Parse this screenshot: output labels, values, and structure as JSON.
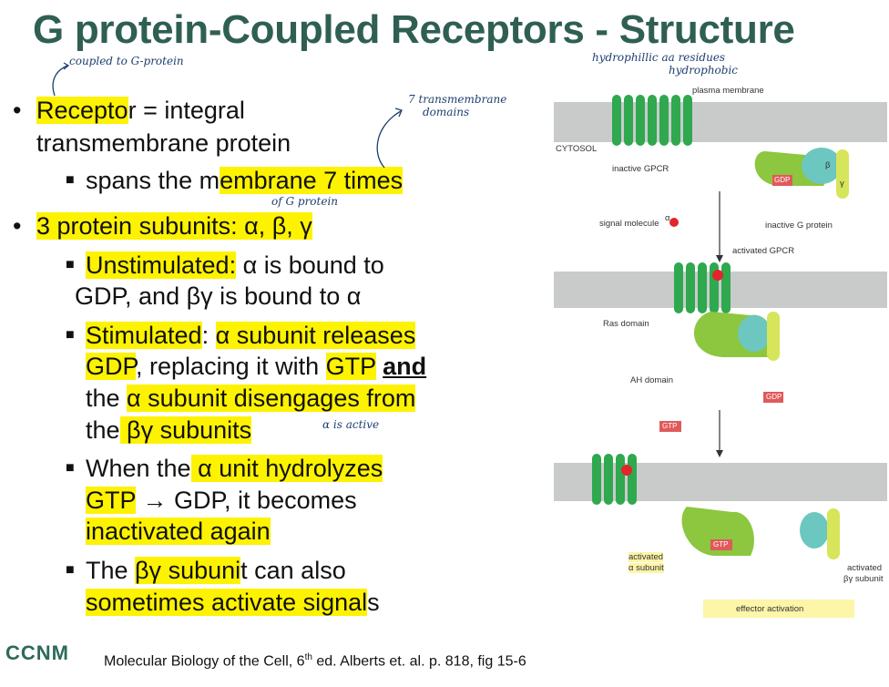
{
  "title": "G protein-Coupled Receptors - Structure",
  "bullets": {
    "b1_l1_hl": "Recepto",
    "b1_l1_rest": "r = integral",
    "b1_l2": "transmembrane protein",
    "b1a_pre": "spans the m",
    "b1a_hl": "embrane 7 times",
    "b2_hl": "3 protein subunits",
    "b2_rest": ": α, β, γ",
    "b2a_hl": "Unstimulated:",
    "b2a_rest": " α is bound to",
    "b2a_l2": "GDP, and βγ is bound to α",
    "b2b_hl": "Stimulated",
    "b2b_mid": ": ",
    "b2b_hl2": "α subunit releases",
    "b2b_l2_hl": "GDP",
    "b2b_l2_mid": ", replacing it with ",
    "b2b_l2_hl2": "GTP",
    "b2b_l2_and": "and",
    "b2b_l3_pre": "the ",
    "b2b_l3_hl": "α subunit disengages from",
    "b2b_l4_pre": "the",
    "b2b_l4_hl": " βγ subunits",
    "b2c_pre": "When the",
    "b2c_hl": " α unit hydrolyzes",
    "b2c_l2_hl": "GTP",
    "b2c_l2_rest": " → GDP, it becomes",
    "b2c_l3_hl": "inactivated again",
    "b2d_pre": "The ",
    "b2d_hl": "βγ subuni",
    "b2d_rest": "t can also",
    "b2d_l2_hl": "sometimes activate signal",
    "b2d_l2_rest": "s"
  },
  "annotations": {
    "coupled": "coupled to G-protein",
    "seven_tm_l1": "7 transmembrane",
    "seven_tm_l2": "domains",
    "of_g": "of G protein",
    "alpha_active": "α is active",
    "hydrophillic": "hydrophillic aa residues",
    "hydrophobic": "hydrophobic"
  },
  "figure": {
    "plasma_membrane": "plasma membrane",
    "cytosol": "CYTOSOL",
    "inactive_gpcr": "inactive GPCR",
    "inactive_gprotein": "inactive G protein",
    "signal_molecule": "signal molecule",
    "activated_gpcr": "activated GPCR",
    "ras_domain": "Ras domain",
    "ah_domain": "AH domain",
    "gdp": "GDP",
    "gtp": "GTP",
    "alpha": "α",
    "beta": "β",
    "gamma": "γ",
    "activated_alpha_l1": "activated",
    "activated_alpha_l2": "α subunit",
    "activated_bg_l1": "activated",
    "activated_bg_l2": "βγ subunit",
    "effector": "effector activation"
  },
  "footer": {
    "logo": "CCNM",
    "citation_pre": "Molecular Biology of the Cell, 6",
    "citation_sup": "th",
    "citation_post": " ed. Alberts et. al. p. 818, fig 15-6"
  }
}
